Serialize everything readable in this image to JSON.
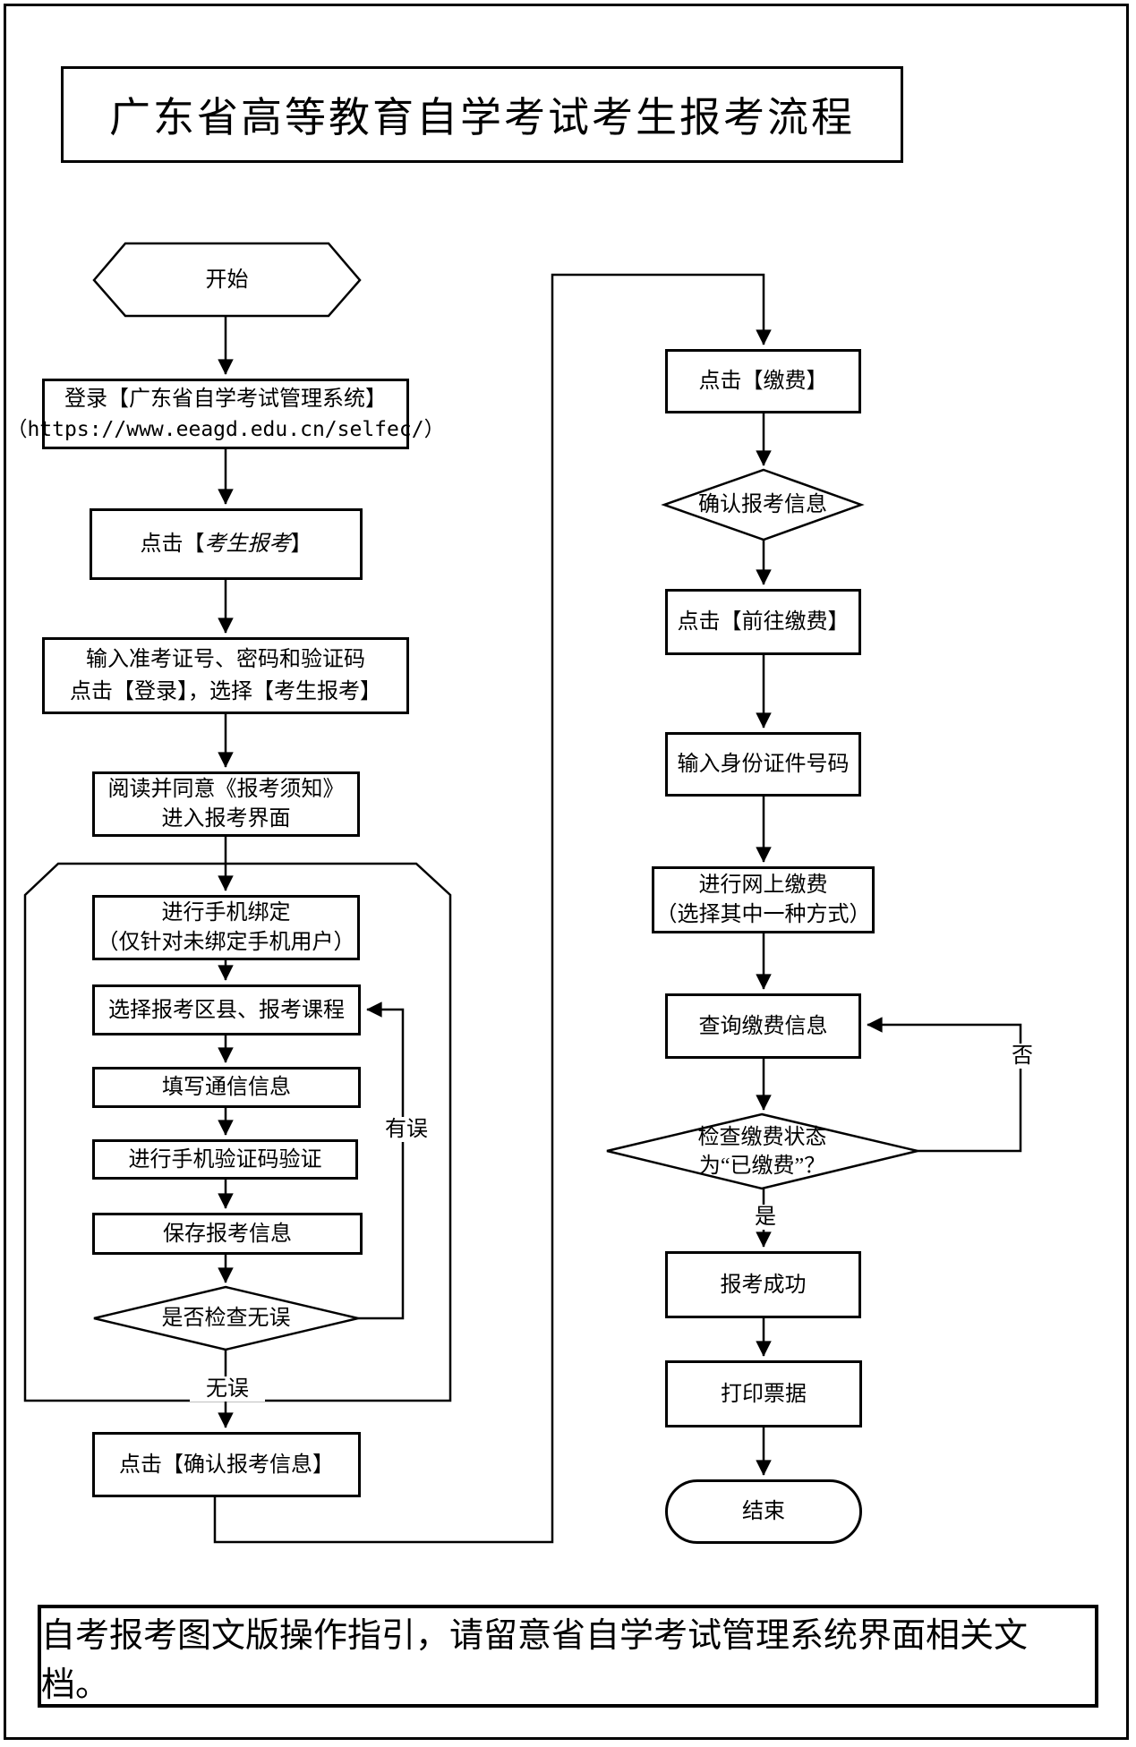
{
  "title": "广东省高等教育自学考试考生报考流程",
  "footer": "自考报考图文版操作指引，请留意省自学考试管理系统界面相关文档。",
  "flow": {
    "start": "开始",
    "login1": "登录【广东省自学考试管理系统】",
    "login2": "（https://www.eeagd.edu.cn/selfec/）",
    "click_bk_prefix": "点击【",
    "click_bk_em": "考生报考",
    "click_bk_suffix": "】",
    "input_cred1": "输入准考证号、密码和验证码",
    "input_cred2": "点击【登录】，选择【考生报考】",
    "read_agree1": "阅读并同意《报考须知》",
    "read_agree2": "进入报考界面",
    "bind_phone1": "进行手机绑定",
    "bind_phone2": "（仅针对未绑定手机用户）",
    "select_course": "选择报考区县、报考课程",
    "fill_contact": "填写通信信息",
    "verify_sms": "进行手机验证码验证",
    "save_info": "保存报考信息",
    "check_ok": "是否检查无误",
    "label_no_error": "无误",
    "label_has_error": "有误",
    "confirm_info": "点击【确认报考信息】",
    "click_pay": "点击【缴费】",
    "confirm_pay_info": "确认报考信息",
    "goto_pay": "点击【前往缴费】",
    "input_id": "输入身份证件号码",
    "online_pay1": "进行网上缴费",
    "online_pay2": "（选择其中一种方式）",
    "query_pay": "查询缴费信息",
    "check_paid1": "检查缴费状态",
    "check_paid2": "为“已缴费”？",
    "label_yes": "是",
    "label_no": "否",
    "success": "报考成功",
    "print_receipt": "打印票据",
    "end": "结束"
  }
}
